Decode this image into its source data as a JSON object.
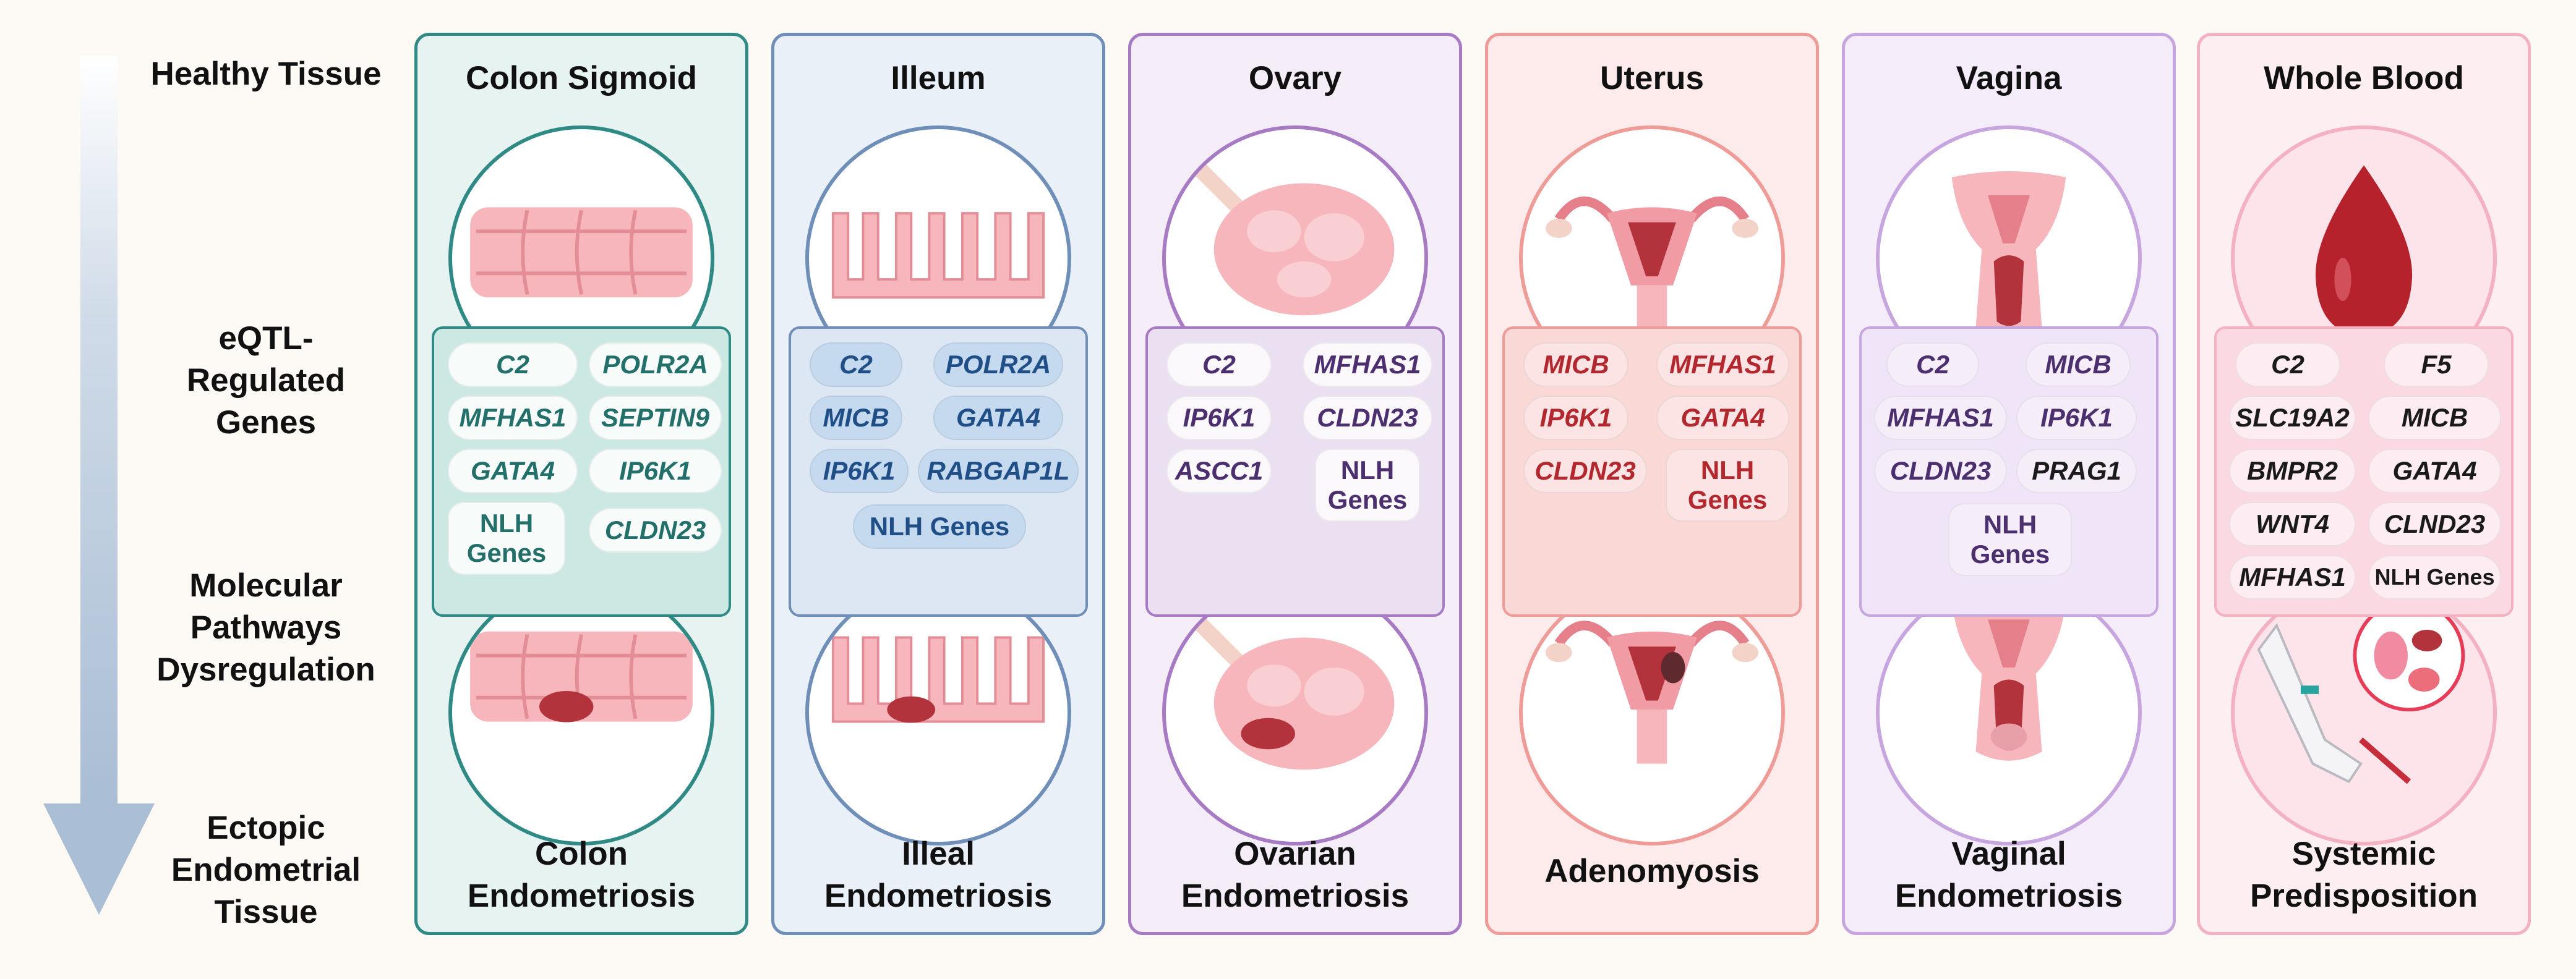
{
  "stage_labels": {
    "healthy": "Healthy Tissue",
    "eqtl": "eQTL-\nRegulated\nGenes",
    "molecular": "Molecular\nPathways\nDysregulation",
    "ectopic": "Ectopic\nEndometrial\nTissue"
  },
  "colors": {
    "arrow": "#b9c9dc",
    "colon": "#2f8a85",
    "ileum": "#6f8fb8",
    "ovary": "#a77bc3",
    "uterus": "#ef9c98",
    "vagina": "#c7a6df",
    "blood": "#f3b1c2",
    "tissue_pink": "#f6b6bb",
    "lesion": "#b2333c",
    "blood_drop": "#b5222c"
  },
  "panels": [
    {
      "title": "Colon Sigmoid",
      "bottom": "Colon\nEndometriosis",
      "genes": [
        "C2",
        "POLR2A",
        "MFHAS1",
        "SEPTIN9",
        "GATA4",
        "IP6K1",
        "NLH\nGenes",
        "CLDN23"
      ]
    },
    {
      "title": "Illeum",
      "bottom": "Illeal\nEndometriosis",
      "genes": [
        "C2",
        "POLR2A",
        "MICB",
        "GATA4",
        "IP6K1",
        "RABGAP1L",
        "NLH Genes"
      ]
    },
    {
      "title": "Ovary",
      "bottom": "Ovarian\nEndometriosis",
      "genes": [
        "C2",
        "MFHAS1",
        "IP6K1",
        "CLDN23",
        "ASCC1",
        "NLH\nGenes"
      ]
    },
    {
      "title": "Uterus",
      "bottom": "Adenomyosis",
      "genes": [
        "MICB",
        "MFHAS1",
        "IP6K1",
        "GATA4",
        "CLDN23",
        "NLH\nGenes"
      ]
    },
    {
      "title": "Vagina",
      "bottom": "Vaginal\nEndometriosis",
      "genes": [
        "C2",
        "MICB",
        "MFHAS1",
        "IP6K1",
        "CLDN23",
        "PRAG1",
        "NLH\nGenes"
      ]
    },
    {
      "title": "Whole Blood",
      "bottom": "Systemic\nPredisposition",
      "genes": [
        "C2",
        "F5",
        "SLC19A2",
        "MICB",
        "BMPR2",
        "GATA4",
        "WNT4",
        "CLND23",
        "MFHAS1",
        "NLH Genes"
      ]
    }
  ]
}
